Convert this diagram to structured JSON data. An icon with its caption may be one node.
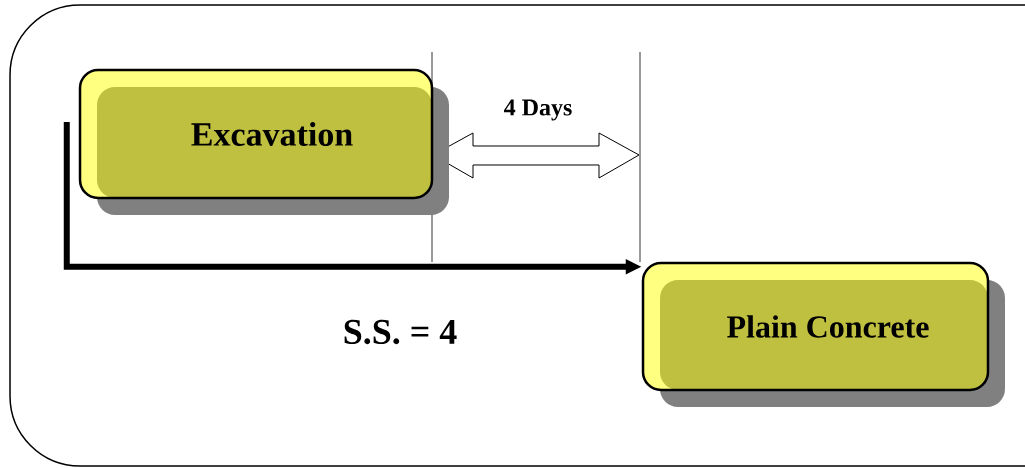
{
  "diagram": {
    "nodes": [
      {
        "text": [
          "Excavation"
        ]
      },
      {
        "text": [
          "Plain Concrete"
        ]
      }
    ],
    "edges": [
      {
        "from": 0,
        "to": 1,
        "arrow": "to"
      }
    ],
    "labels": [
      "4 Days",
      "S.S.  = 4"
    ]
  }
}
